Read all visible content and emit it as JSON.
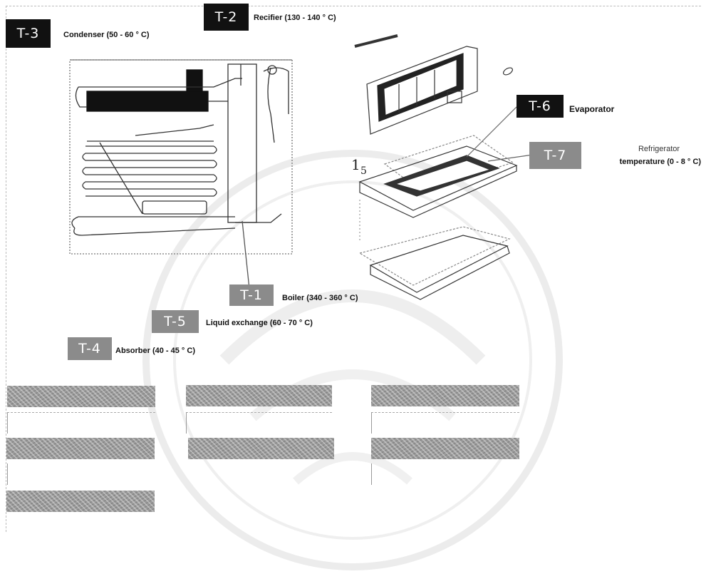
{
  "tags": {
    "t1": "T-1",
    "t2": "T-2",
    "t3": "T-3",
    "t4": "T-4",
    "t5": "T-5",
    "t6": "T-6",
    "t7": "T-7"
  },
  "labels": {
    "rectifier": "Recifier (130 - 140 ° C)",
    "condenser": "Condenser (50 - 60 ° C)",
    "evaporator": "Evaporator",
    "refrigerator_line1": "Refrigerator",
    "refrigerator_line2": "temperature (0 - 8 ° C)",
    "boiler": "Boiler (340 - 360 ° C)",
    "liquid_exchange": "Liquid exchange (60 - 70 ° C)",
    "absorber": "Absorber (40 - 45 ° C)"
  },
  "colors": {
    "dark_tag": "#111111",
    "grey_tag": "#8b8b8b",
    "redacted_bar": "#9a9a9a"
  }
}
